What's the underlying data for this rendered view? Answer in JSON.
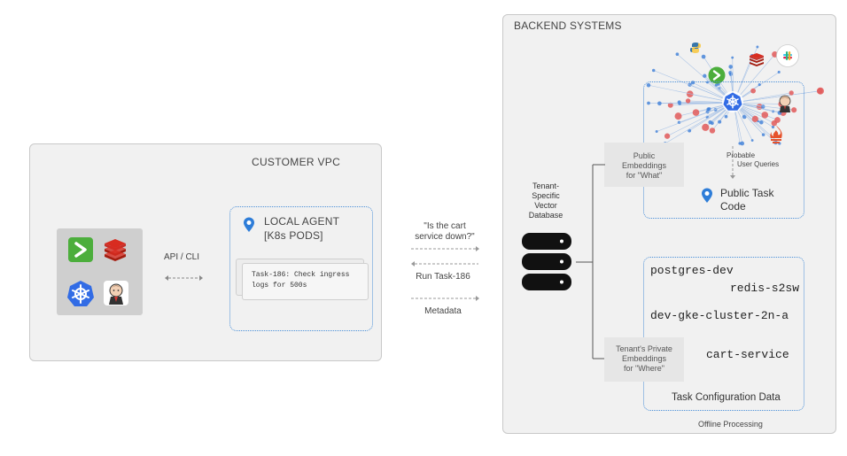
{
  "customer": {
    "title": "CUSTOMER VPC",
    "api_label": "API / CLI",
    "agent_title": "LOCAL AGENT",
    "agent_subtitle": "[K8s PODS]",
    "task_line1": "Task-186: Check ingress",
    "task_line2": "logs for 500s",
    "tools": [
      "terminal-icon",
      "redis-icon",
      "kubernetes-icon",
      "jenkins-icon"
    ]
  },
  "middle": {
    "question_line1": "\"Is the cart",
    "question_line2": "service down?\"",
    "run_label": "Run Task-186",
    "metadata_label": "Metadata"
  },
  "backend": {
    "title": "BACKEND SYSTEMS",
    "db_line1": "Tenant-",
    "db_line2": "Specific",
    "db_line3": "Vector",
    "db_line4": "Database",
    "public_emb_line1": "Public",
    "public_emb_line2": "Embeddings",
    "public_emb_line3": "for \"What\"",
    "probable_line1": "Probable",
    "probable_line2": "User Queries",
    "public_task_line1": "Public Task",
    "public_task_line2": "Code",
    "private_emb_line1": "Tenant's Private",
    "private_emb_line2": "Embeddings",
    "private_emb_line3": "for \"Where\"",
    "config_items": [
      "postgres-dev",
      "redis-s2sw",
      "dev-gke-cluster-2n-a",
      "cart-service"
    ],
    "config_title": "Task Configuration Data",
    "offline_label": "Offline Processing"
  },
  "colors": {
    "dotted_border": "#4a8fd8",
    "network_red": "#e25a5a",
    "network_blue": "#3e7fd8",
    "terminal_green": "#4cae3c",
    "redis_red": "#c4302b",
    "kubernetes_blue": "#326ce5"
  }
}
